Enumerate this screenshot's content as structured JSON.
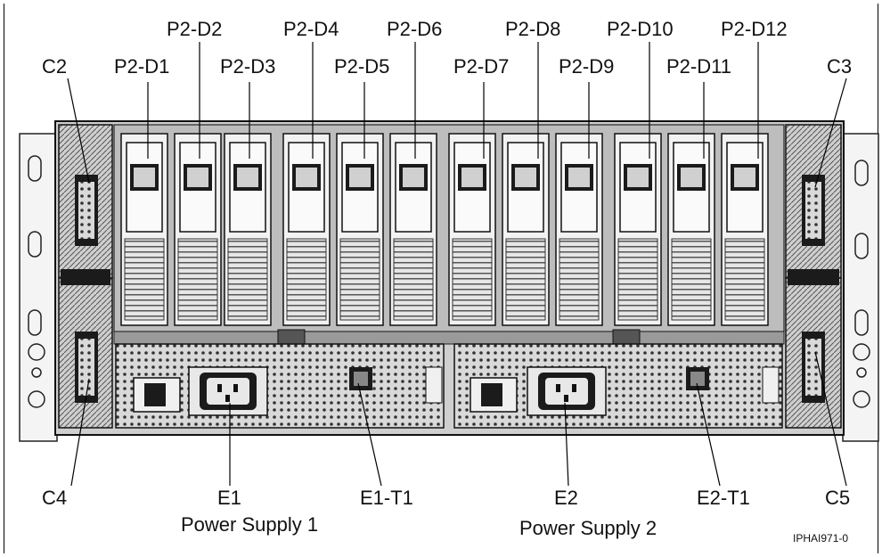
{
  "labels": {
    "bays_top": [
      "P2-D2",
      "P2-D4",
      "P2-D6",
      "P2-D8",
      "P2-D10",
      "P2-D12"
    ],
    "bays_bottom": [
      "P2-D1",
      "P2-D3",
      "P2-D5",
      "P2-D7",
      "P2-D9",
      "P2-D11"
    ],
    "c2": "C2",
    "c3": "C3",
    "c4": "C4",
    "c5": "C5",
    "e1": "E1",
    "e1_t1": "E1-T1",
    "e2": "E2",
    "e2_t1": "E2-T1",
    "ps1": "Power Supply 1",
    "ps2": "Power Supply 2",
    "figure_id": "IPHAI971-0"
  },
  "colors": {
    "chassis": "#cfcfcf",
    "dark": "#1b1b1b",
    "mid": "#7a7a7a",
    "light": "#ececec"
  }
}
